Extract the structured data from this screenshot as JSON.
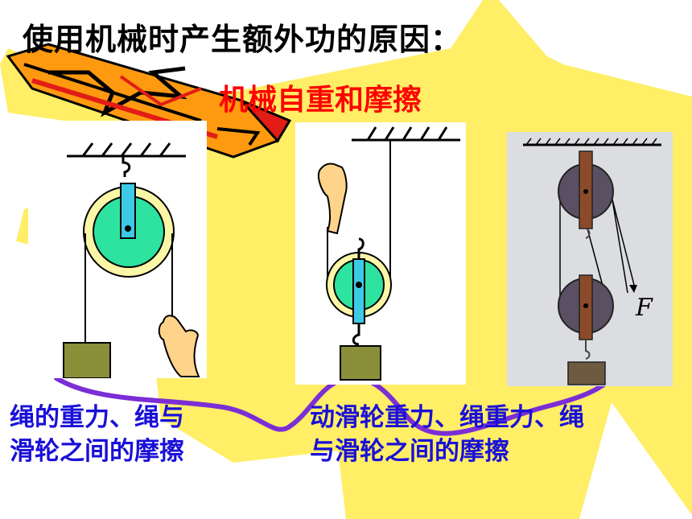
{
  "slide": {
    "title": "使用机械时产生额外功的原因：",
    "subtitle": "机械自重和摩擦",
    "captions": {
      "left_line1": "绳的重力、绳与",
      "left_line2": "滑轮之间的摩擦",
      "right_line1": "动滑轮重力、绳重力、绳",
      "right_line2": "与滑轮之间的摩擦"
    },
    "force_label": "F"
  },
  "colors": {
    "background": "#ffffff",
    "star_fill": "#ffee66",
    "pencil_orange": "#ff9a10",
    "pencil_red": "#e21d16",
    "pulley_green": "#2ee3a0",
    "pulley_ring": "#fbf7a6",
    "axle_blue": "#3ec9e6",
    "block_olive": "#8a8f3a",
    "caption_blue": "#1a10d8",
    "title_red": "#ff0000",
    "squiggle_purple": "#7b2ed6"
  }
}
